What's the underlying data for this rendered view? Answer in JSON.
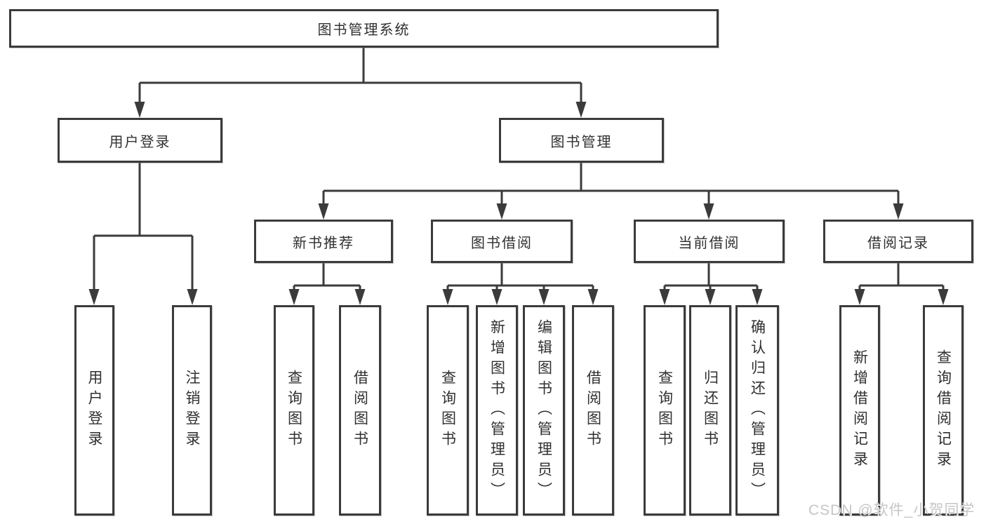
{
  "diagram": {
    "root": {
      "label": "图书管理系统"
    },
    "level2": [
      {
        "label": "用户登录"
      },
      {
        "label": "图书管理"
      }
    ],
    "level3": [
      {
        "label": "新书推荐"
      },
      {
        "label": "图书借阅"
      },
      {
        "label": "当前借阅"
      },
      {
        "label": "借阅记录"
      }
    ],
    "leaves": [
      {
        "label": "用户登录"
      },
      {
        "label": "注销登录"
      },
      {
        "label": "查询图书"
      },
      {
        "label": "借阅图书"
      },
      {
        "label": "查询图书"
      },
      {
        "label": "新增图书（管理员）"
      },
      {
        "label": "编辑图书（管理员）"
      },
      {
        "label": "借阅图书"
      },
      {
        "label": "查询图书"
      },
      {
        "label": "归还图书"
      },
      {
        "label": "确认归还（管理员）"
      },
      {
        "label": "新增借阅记录"
      },
      {
        "label": "查询借阅记录"
      }
    ]
  },
  "watermark": {
    "text": "CSDN @软件_小贺同学"
  },
  "colors": {
    "line": "#3b3b3b",
    "box_border": "#3b3b3b",
    "text": "#303030",
    "background": "#ffffff",
    "watermark": "#c6c6c6"
  }
}
